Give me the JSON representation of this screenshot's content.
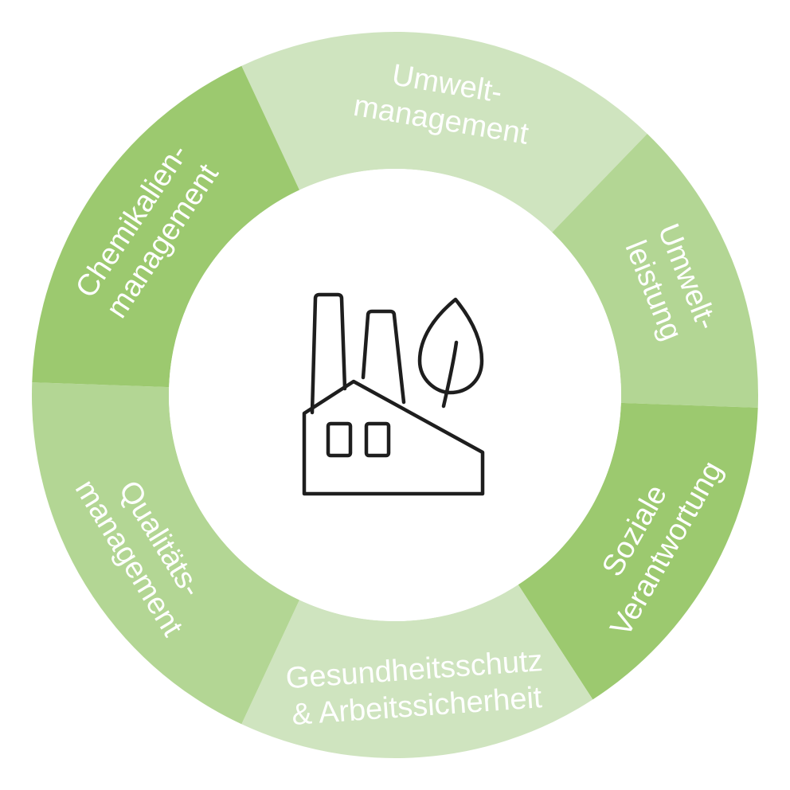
{
  "colors": {
    "light": "#cfe4bf",
    "medium": "#b3d694",
    "dark": "#9cc96f",
    "center": "#ffffff",
    "icon": "#1e1e1e",
    "text": "#ffffff"
  },
  "center_icon": "factory-with-leaf-icon",
  "segments": [
    {
      "id": "umweltmanagement",
      "lines": [
        "Umwelt-",
        "management"
      ],
      "shade": "light"
    },
    {
      "id": "umweltleistung",
      "lines": [
        "Umwelt-",
        "leistung"
      ],
      "shade": "medium"
    },
    {
      "id": "soziale-verantwortung",
      "lines": [
        "Soziale",
        "Verantwortung"
      ],
      "shade": "dark"
    },
    {
      "id": "gesundheitsschutz",
      "lines": [
        "Gesundheitsschutz",
        "& Arbeitssicherheit"
      ],
      "shade": "light"
    },
    {
      "id": "qualitaetsmanagement",
      "lines": [
        "Qualitäts-",
        "management"
      ],
      "shade": "medium"
    },
    {
      "id": "chemikalienmanagement",
      "lines": [
        "Chemikalien-",
        "management"
      ],
      "shade": "dark"
    }
  ]
}
